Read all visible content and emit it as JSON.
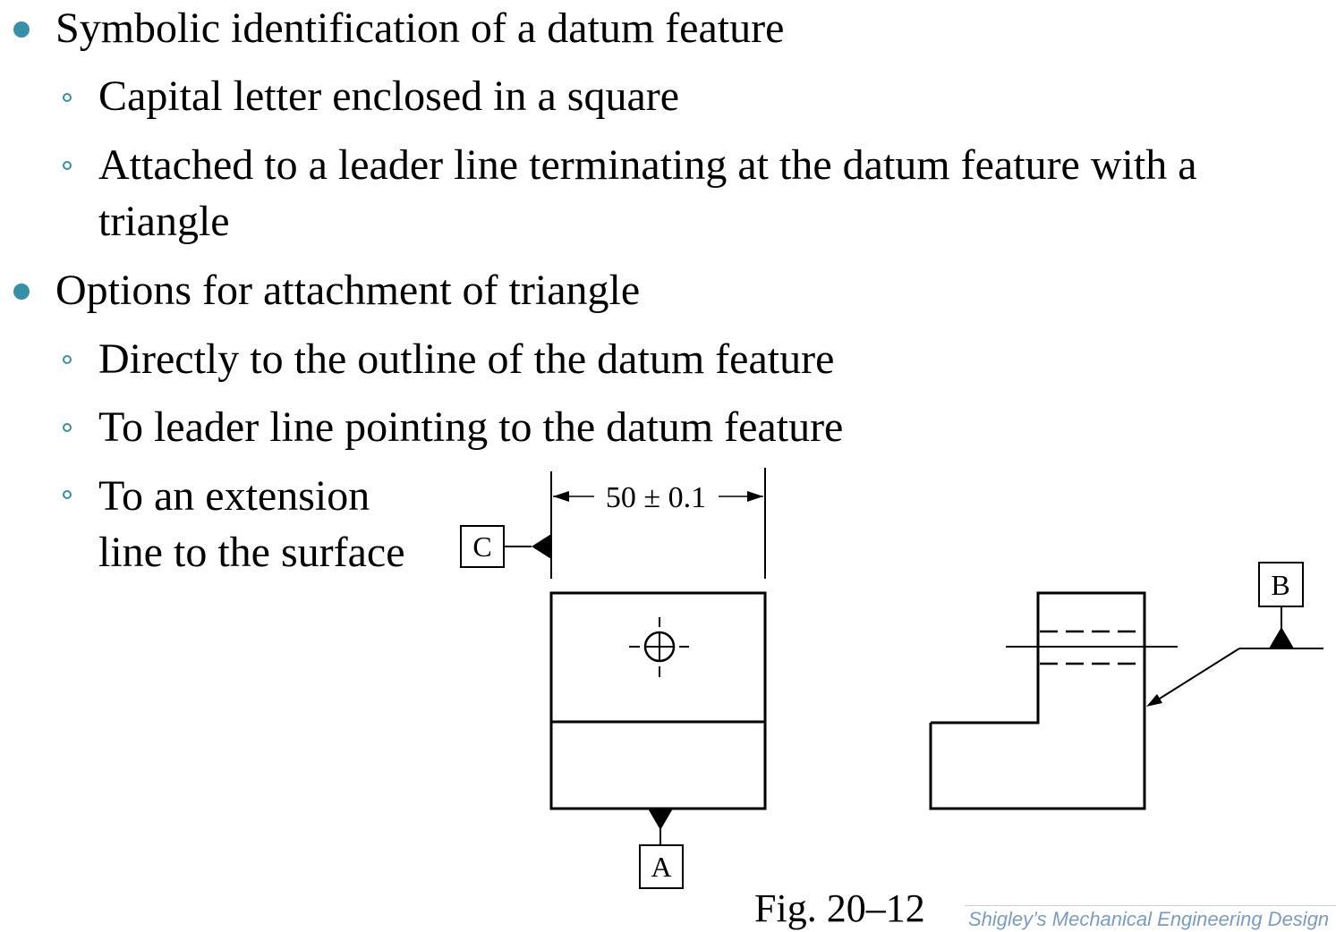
{
  "bullets": [
    {
      "text": "Symbolic identification of a datum feature",
      "sub": [
        "Capital letter enclosed in a square",
        "Attached to a leader line terminating at the datum feature with a",
        "triangle"
      ]
    },
    {
      "text": "Options for attachment of triangle",
      "sub": [
        "Directly to the outline of the datum feature",
        "To leader line pointing to the datum feature",
        "To an extension",
        "line to the surface"
      ]
    }
  ],
  "figure": {
    "dimension_text": "50 ± 0.1",
    "datum_labels": [
      "C",
      "A",
      "B"
    ],
    "caption": "Fig. 20–12",
    "icons": [
      "position-crosshair-icon",
      "datum-triangle-icon",
      "leader-arrow-icon"
    ]
  },
  "footer": {
    "credit": "Shigley’s Mechanical Engineering Design"
  },
  "colors": {
    "bullet": "#3590a8",
    "footer_text": "#7a9bc4",
    "drawing": "#000000"
  }
}
